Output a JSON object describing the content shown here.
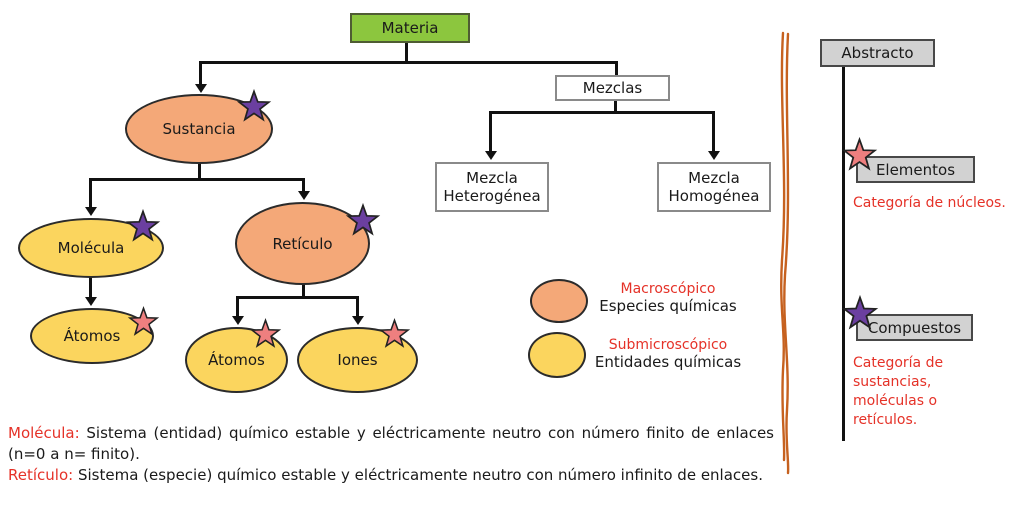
{
  "colors": {
    "green_box": "#8cc63e",
    "orange_ellipse": "#f4a878",
    "yellow_ellipse": "#fbd55e",
    "purple_star": "#6b3fa0",
    "pink_star": "#ee7f7f",
    "red_text": "#e53228",
    "gray_box": "#d2d2d2",
    "divider": "#c6611f",
    "line": "#111111"
  },
  "tree": {
    "materia": "Materia",
    "sustancia": "Sustancia",
    "mezclas": "Mezclas",
    "mezcla_heterogenea_line1": "Mezcla",
    "mezcla_heterogenea_line2": "Heterogénea",
    "mezcla_homogenea_line1": "Mezcla",
    "mezcla_homogenea_line2": "Homogénea",
    "molecula": "Molécula",
    "reticulo": "Retículo",
    "atomos_left": "Átomos",
    "atomos_mid": "Átomos",
    "iones": "Iones"
  },
  "legend": {
    "macroscopico_label": "Macroscópico",
    "macroscopico_sub": "Especies químicas",
    "submicroscopico_label": "Submicroscópico",
    "submicroscopico_sub": "Entidades químicas"
  },
  "right_panel": {
    "abstracto": "Abstracto",
    "elementos": "Elementos",
    "elementos_note": "Categoría de núcleos.",
    "compuestos": "Compuestos",
    "compuestos_note": "Categoría de sustancias, moléculas o retículos."
  },
  "definitions": {
    "molecula_term": "Molécula:",
    "molecula_text": "Sistema (entidad) químico estable y eléctricamente neutro con número finito de enlaces (n=0 a n= finito).",
    "reticulo_term": "Retículo:",
    "reticulo_text": "Sistema (especie) químico estable y eléctricamente neutro con número infinito de enlaces."
  }
}
